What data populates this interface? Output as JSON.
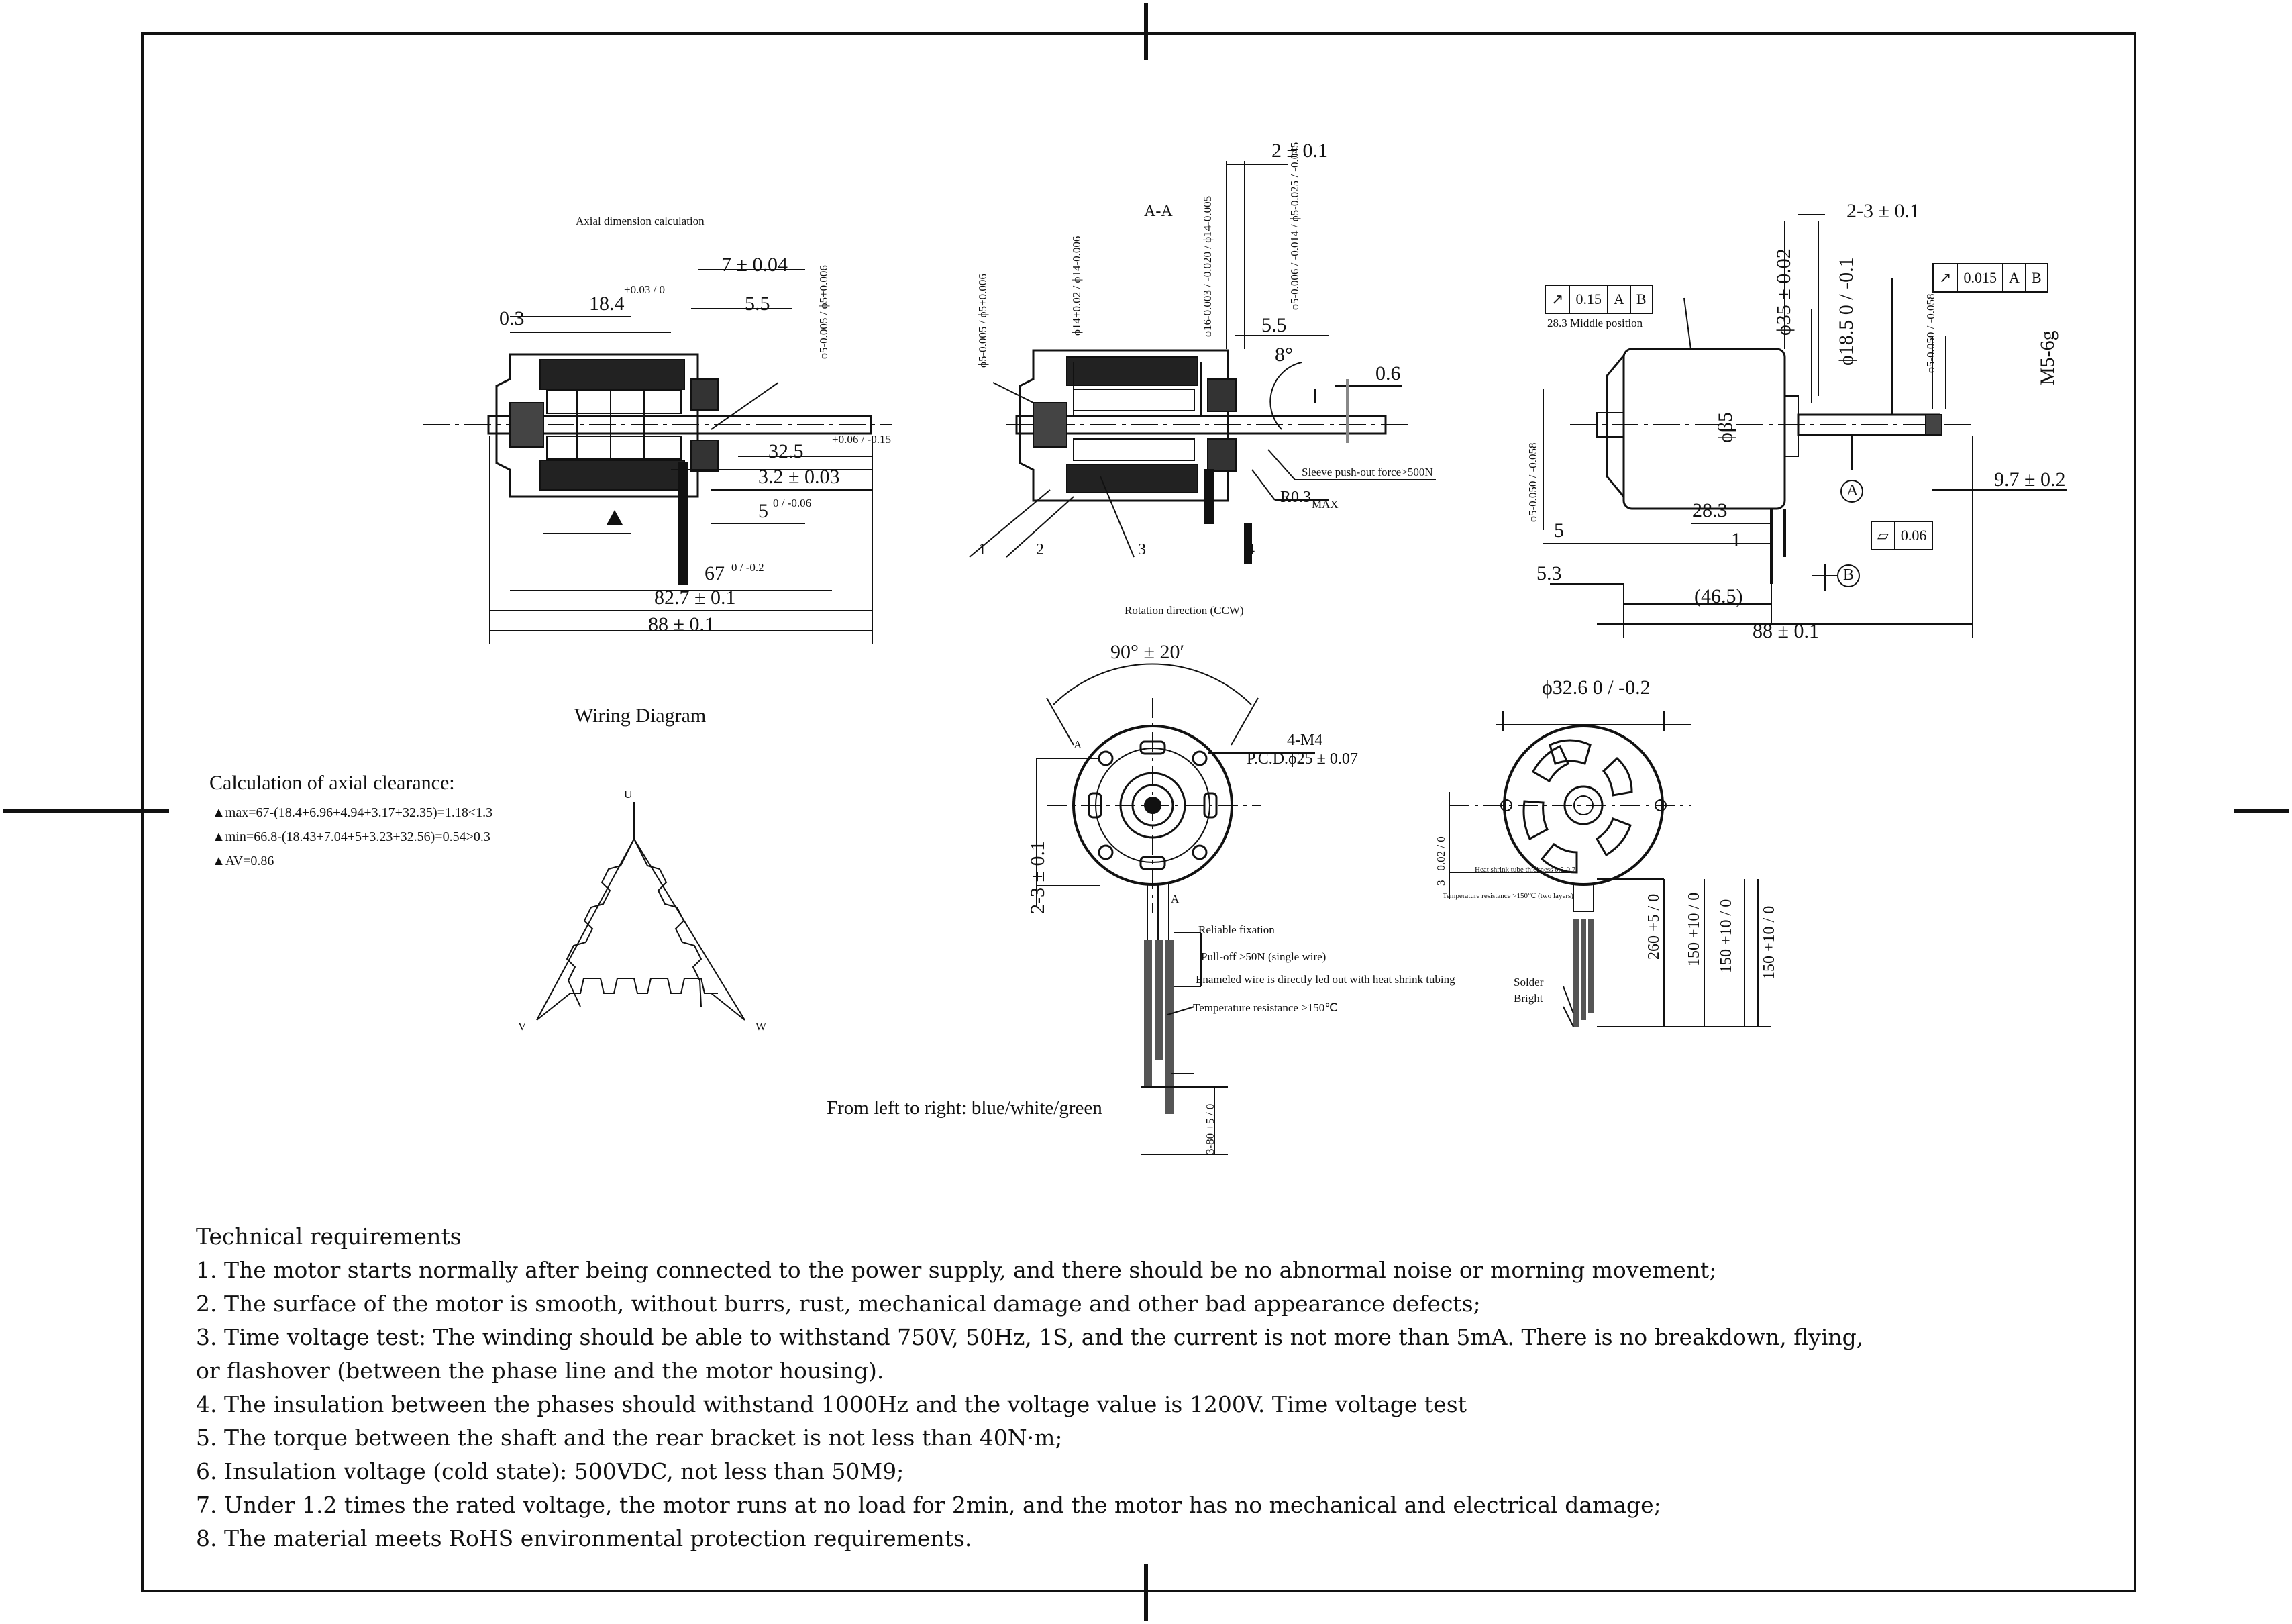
{
  "titles": {
    "axial_calc": "Axial dimension calculation",
    "section": "A-A",
    "wiring": "Wiring Diagram",
    "rotation": "Rotation direction (CCW)",
    "leads_order": "From left to right: blue/white/green"
  },
  "clearance": {
    "heading": "Calculation of axial clearance:",
    "max": "▲max=67-(18.4+6.96+4.94+3.17+32.35)=1.18<1.3",
    "min": "▲min=66.8-(18.43+7.04+5+3.23+32.56)=0.54>0.3",
    "av": "▲AV=0.86"
  },
  "view1": {
    "d_0_3": "0.3",
    "d_18_4": "18.4",
    "d_18_4_tol": "+0.03 / 0",
    "d_7": "7 ± 0.04",
    "d_5_5": "5.5",
    "d_phi5": "ϕ5-0.005 / ϕ5+0.006",
    "d_32_5": "32.5",
    "d_32_5_tol": "+0.06 / -0.15",
    "d_3_2": "3.2 ± 0.03",
    "d_5": "5",
    "d_5_tol": "0 / -0.06",
    "d_67": "67",
    "d_67_tol": "0 / -0.2",
    "d_82_7": "82.7 ± 0.1",
    "d_88": "88 ± 0.1"
  },
  "view2": {
    "d_2": "2 ± 0.1",
    "d_phi5": "ϕ5-0.005 / ϕ5+0.006",
    "d_phi14": "ϕ14+0.02 / ϕ14-0.006",
    "d_phi16": "ϕ16-0.003 / -0.020 / ϕ14-0.005",
    "d_phi5b": "ϕ5-0.006 / -0.014 / ϕ5-0.025 / -0.045",
    "d_5_5": "5.5",
    "d_8deg": "8°",
    "d_0_6": "0.6",
    "sleeve": "Sleeve push-out force>500N",
    "r03": "R0.3",
    "r03_sub": "MAX",
    "balloons": [
      "1",
      "2",
      "3",
      "4"
    ]
  },
  "view3": {
    "d_2_3": "2-3 ± 0.1",
    "d_phi35": "ϕ35 ± 0.02",
    "d_phi18_5": "ϕ18.5 0 / -0.1",
    "d_phi5": "ϕ5-0.050 / -0.058",
    "d_m5": "M5-6g",
    "d_phi85": "ϕβ5",
    "d_28_3": "28.3",
    "d_1": "1",
    "d_5": "5",
    "d_5_3": "5.3",
    "d_46_5": "(46.5)",
    "d_88": "88 ± 0.1",
    "d_9_7": "9.7 ± 0.2",
    "gtol1": [
      "0.15",
      "A",
      "B"
    ],
    "gtol1_note": "28.3 Middle position",
    "gtol2": [
      "0.015",
      "A",
      "B"
    ],
    "gtol3": "0.06",
    "datum_a": "A",
    "datum_b": "B"
  },
  "wiring": {
    "u": "U",
    "v": "V",
    "w": "W"
  },
  "front": {
    "angle": "90°  ± 20′",
    "a_top": "A",
    "a_bot": "A",
    "holes": "4-M4",
    "pcd": "P.C.D.ϕ25 ± 0.07",
    "d_2_3": "2-3 ± 0.1",
    "reliable": "Reliable fixation",
    "pulloff": "Pull-off >50N (single wire)",
    "enameled": "Enameled wire is directly led out with heat shrink tubing",
    "tempres": "Temperature resistance >150℃",
    "d_3_80": "3-80 +5 / 0"
  },
  "rear": {
    "d_phi32_6": "ϕ32.6 0 / -0.2",
    "d_3": "3 +0.02 / 0",
    "heat_tube": "Heat shrink tube thickness 0.5-0.7",
    "temp_res": "Temperature resistance >150℃ (two layers)",
    "solder": "Solder",
    "bright": "Bright",
    "d_260": "260 +5 / 0",
    "d_150a": "150 +10 / 0",
    "d_150b": "150 +10 / 0",
    "d_150c": "150 +10 / 0"
  },
  "requirements": {
    "heading": "Technical requirements",
    "items": [
      "1. The motor starts normally after being connected to the power supply, and there should be no abnormal noise or morning movement;",
      "2. The surface of the motor is smooth, without burrs, rust, mechanical damage and other bad appearance defects;",
      "3. Time voltage test: The winding should be able to withstand 750V, 50Hz, 1S, and the current is not more than 5mA. There is no breakdown, flying,",
      "or flashover (between the phase line and the motor housing).",
      "4. The insulation between the phases should withstand 1000Hz and the voltage value is 1200V. Time voltage test",
      "5. The torque between the shaft and the rear bracket is not less than 40N·m;",
      "6. Insulation voltage (cold state): 500VDC, not less than 50M9;",
      "7. Under 1.2 times the rated voltage, the motor runs at no load for 2min, and the motor has no mechanical and electrical damage;",
      "8. The material meets RoHS environmental protection requirements."
    ]
  }
}
